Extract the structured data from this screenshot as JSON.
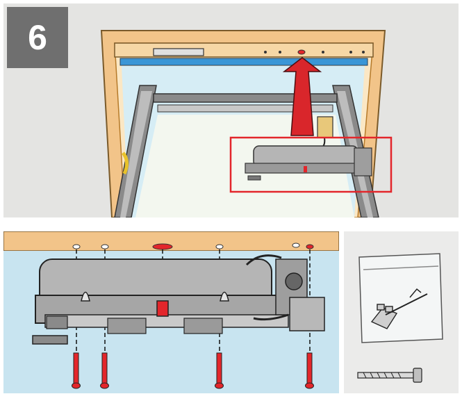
{
  "step": {
    "number": "6"
  },
  "colors": {
    "panel_bg": "#e4e4e2",
    "step_bg": "#6f6f6f",
    "wood": "#f2c489",
    "wood_outline": "#b57a2a",
    "sky": "#c8e4f0",
    "glass_blue": "#3a96d6",
    "aluminium": "#8a8a8a",
    "motor_body": "#b5b5b5",
    "highlight_red": "#e3262b",
    "arrow_red": "#d9262b"
  },
  "illustration": {
    "top": {
      "subject": "window-frame-motor-install",
      "highlight": "motor-mounting-area"
    },
    "bottom": {
      "subject": "motor-screw-mounting-detail",
      "screw_count": 4
    },
    "parts": {
      "items": [
        "plastic-bag-with-brackets",
        "screw"
      ]
    }
  }
}
